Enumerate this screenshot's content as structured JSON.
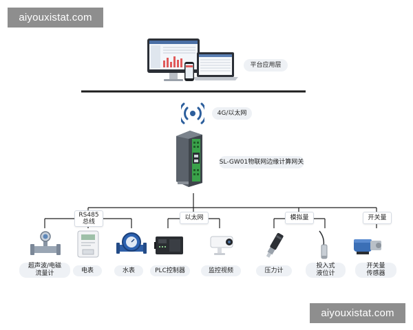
{
  "watermark": {
    "text": "aiyouxistat.com"
  },
  "platform": {
    "label": "平台应用层"
  },
  "network": {
    "label": "4G/以太网"
  },
  "gateway": {
    "label": "SL-GW01物联网边缘计算网关"
  },
  "buses": [
    {
      "line1": "RS485",
      "line2": "总线"
    },
    {
      "line1": "以太网"
    },
    {
      "line1": "模拟量"
    },
    {
      "line1": "开关量"
    }
  ],
  "devices": [
    {
      "line1": "超声波/电磁",
      "line2": "流量计",
      "icon": "flowmeter-icon"
    },
    {
      "line1": "电表",
      "icon": "electric-meter-icon"
    },
    {
      "line1": "水表",
      "icon": "water-meter-icon"
    },
    {
      "line1": "PLC控制器",
      "icon": "plc-controller-icon"
    },
    {
      "line1": "监控视频",
      "icon": "surveillance-camera-icon"
    },
    {
      "line1": "压力计",
      "icon": "pressure-gauge-icon"
    },
    {
      "line1": "投入式",
      "line2": "液位计",
      "icon": "level-sensor-icon"
    },
    {
      "line1": "开关量",
      "line2": "传感器",
      "icon": "switch-sensor-icon"
    }
  ],
  "colors": {
    "wifi": "#2c5e9c",
    "gateway_green": "#3aa24a",
    "line": "#1e1e1e",
    "pill_bg": "#eef1f5"
  }
}
